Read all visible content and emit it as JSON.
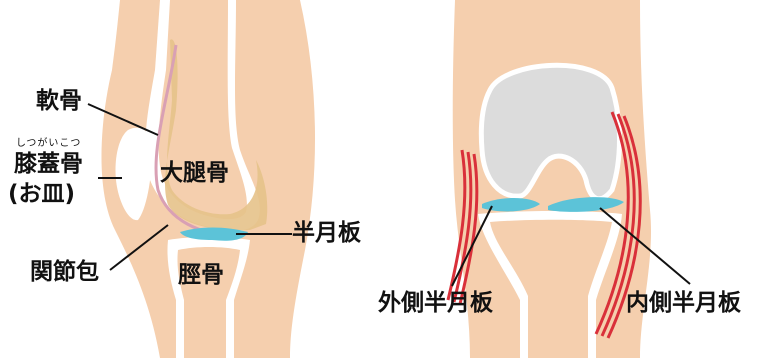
{
  "labels": {
    "cartilage": "軟骨",
    "kneecap_reading": "しつがいこつ",
    "kneecap": "膝蓋骨",
    "kneecap_alias": "(お皿)",
    "femur": "大腿骨",
    "meniscus": "半月板",
    "joint_capsule": "関節包",
    "tibia": "脛骨",
    "lateral_meniscus": "外側半月板",
    "medial_meniscus": "内側半月板"
  },
  "colors": {
    "skin": "#f5cfae",
    "skin_edge": "#e8b48e",
    "bone": "#ffffff",
    "cartilage": "#e6c28a",
    "capsule_line": "#d9a0b4",
    "meniscus": "#5cc3d8",
    "femur_front": "#dcdcdc",
    "ligament": "#d9303a"
  }
}
